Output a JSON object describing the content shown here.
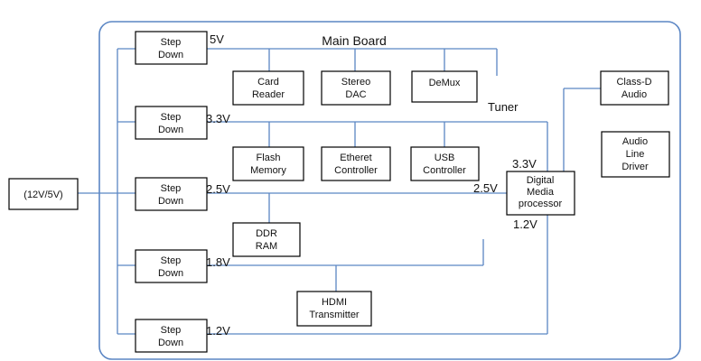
{
  "board_title": "Main Board",
  "input_label": "(12V/5V)",
  "tuner_label": "Tuner",
  "step_downs": [
    {
      "line1": "Step",
      "line2": "Down",
      "rail": "5V"
    },
    {
      "line1": "Step",
      "line2": "Down",
      "rail": "3.3V"
    },
    {
      "line1": "Step",
      "line2": "Down",
      "rail": "2.5V"
    },
    {
      "line1": "Step",
      "line2": "Down",
      "rail": "1.8V"
    },
    {
      "line1": "Step",
      "line2": "Down",
      "rail": "1.2V"
    }
  ],
  "blocks": {
    "card_reader": {
      "line1": "Card",
      "line2": "Reader"
    },
    "stereo_dac": {
      "line1": "Stereo",
      "line2": "DAC"
    },
    "demux": {
      "line1": "DeMux"
    },
    "flash_memory": {
      "line1": "Flash",
      "line2": "Memory"
    },
    "ethernet_controller": {
      "line1": "Etheret",
      "line2": "Controller"
    },
    "usb_controller": {
      "line1": "USB",
      "line2": "Controller"
    },
    "ddr_ram": {
      "line1": "DDR",
      "line2": "RAM"
    },
    "hdmi_transmitter": {
      "line1": "HDMI",
      "line2": "Transmitter"
    },
    "digital_media_processor": {
      "line1": "Digital",
      "line2": "Media",
      "line3": "processor"
    },
    "class_d_audio": {
      "line1": "Class-D",
      "line2": "Audio"
    },
    "audio_line_driver": {
      "line1": "Audio",
      "line2": "Line",
      "line3": "Driver"
    }
  },
  "dmp_rails": {
    "top": "3.3V",
    "left": "2.5V",
    "bottom": "1.2V"
  }
}
